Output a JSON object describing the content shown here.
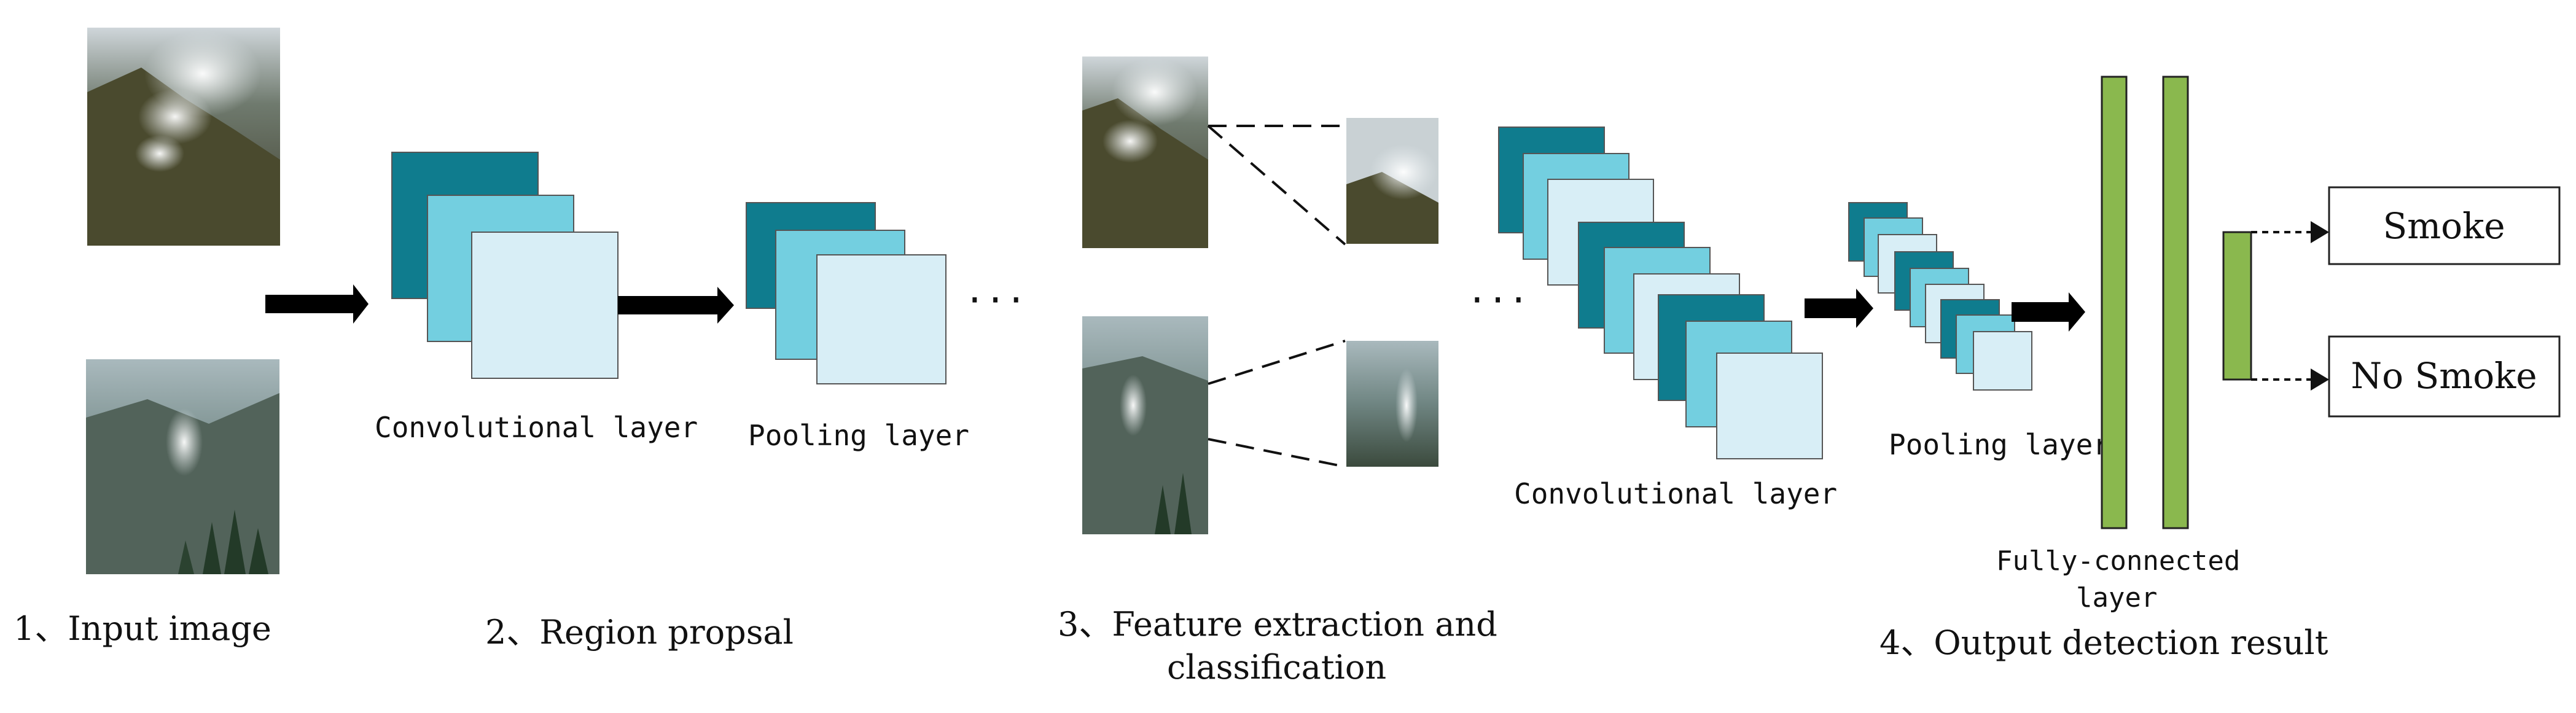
{
  "steps": {
    "s1": "1、Input image",
    "s2": "2、Region propsal",
    "s3_line1": "3、Feature extraction and",
    "s3_line2": "classification",
    "s4": "4、Output detection result"
  },
  "labels": {
    "conv1": "Convolutional layer",
    "pool1": "Pooling layer",
    "conv2": "Convolutional layer",
    "pool2": "Pooling layer",
    "fc_line1": "Fully-connected",
    "fc_line2": "layer",
    "ellipsis": "···"
  },
  "outputs": {
    "smoke": "Smoke",
    "no_smoke": "No Smoke"
  },
  "colors": {
    "dark_teal": "#0f7c8e",
    "mid_teal": "#73cfe0",
    "light_teal": "#d8eef6",
    "fc_green": "#8ab84e"
  },
  "icons": {
    "arrow": "arrow-right-icon"
  }
}
